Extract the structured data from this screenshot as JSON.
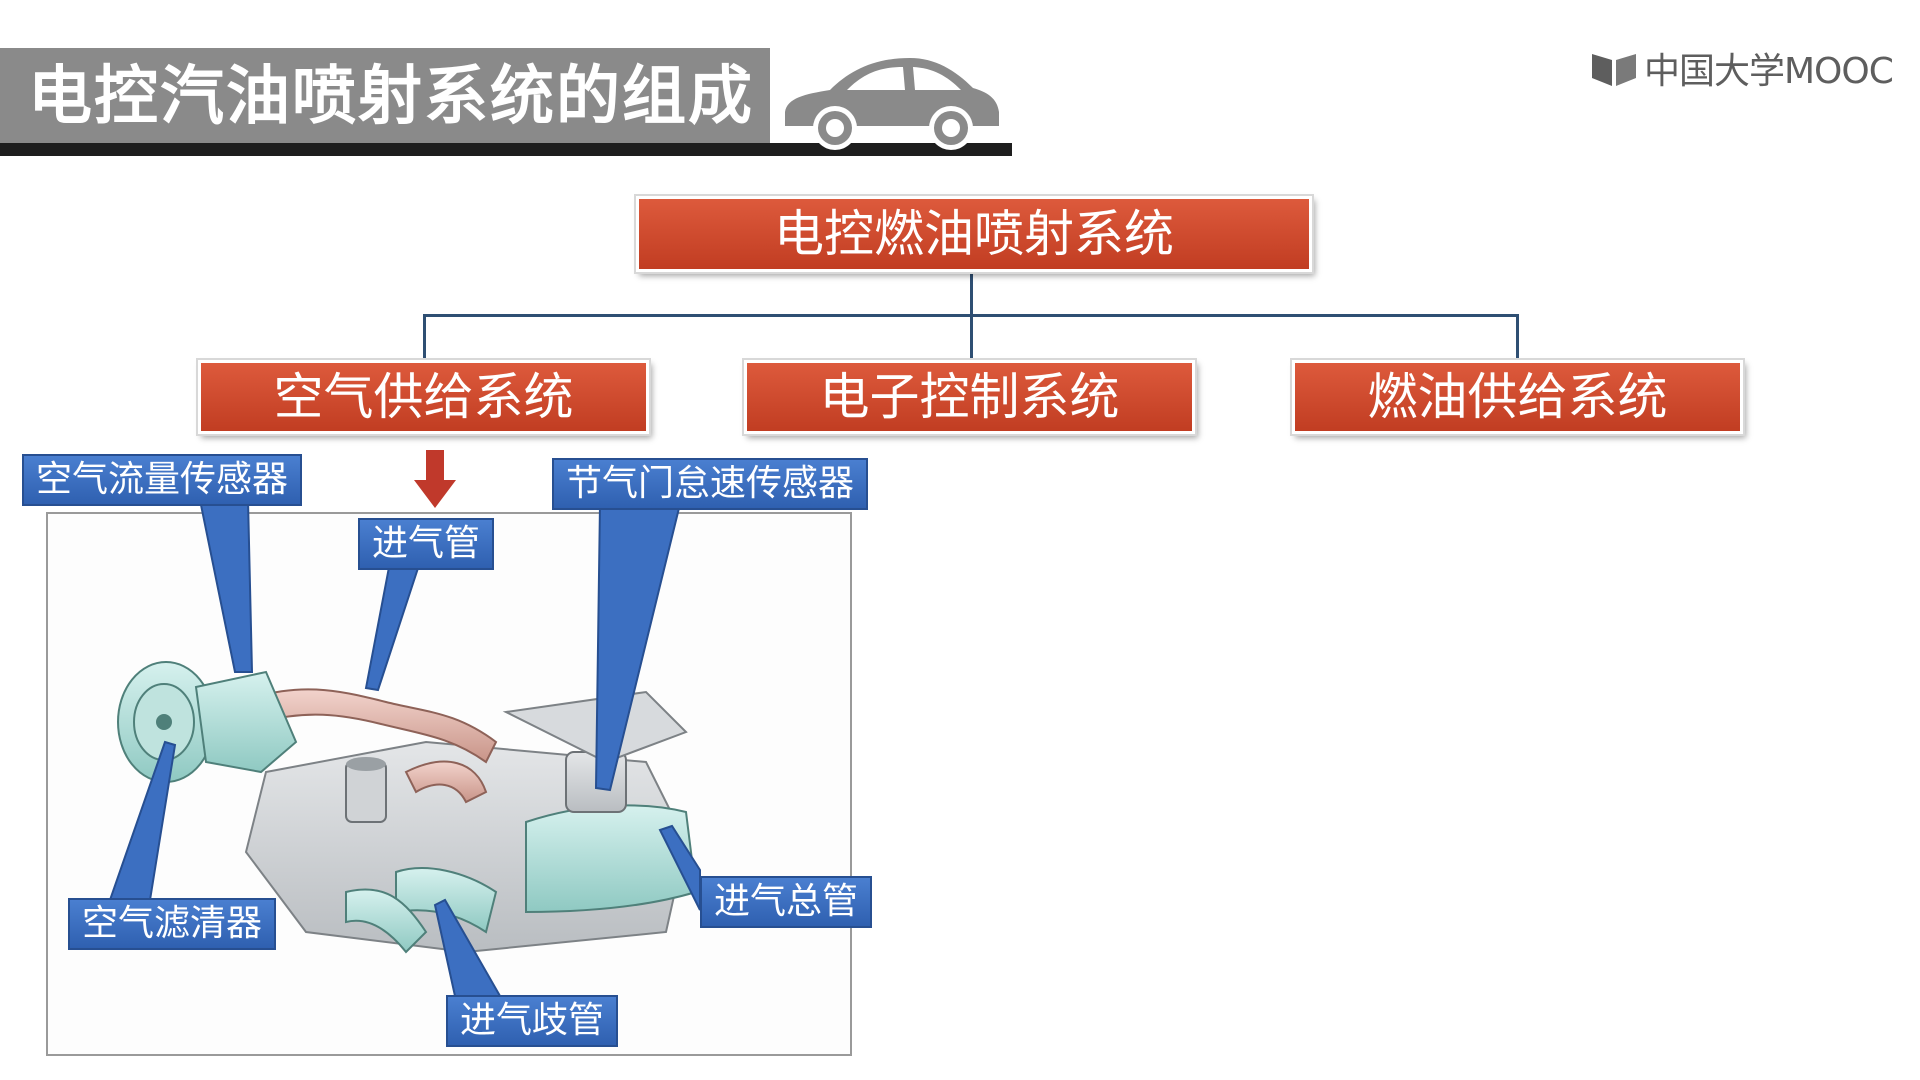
{
  "header": {
    "title": "电控汽油喷射系统的组成",
    "car_icon": "car-icon",
    "logo_icon": "book-icon",
    "logo_text": "中国大学MOOC"
  },
  "diagram": {
    "root": "电控燃油喷射系统",
    "children": [
      "空气供给系统",
      "电子控制系统",
      "燃油供给系统"
    ],
    "arrow_icon": "down-arrow-icon",
    "image": "engine-intake-illustration",
    "labels": {
      "air_flow_sensor": "空气流量传感器",
      "intake_pipe": "进气管",
      "throttle_idle_sensor": "节气门怠速传感器",
      "air_filter": "空气滤清器",
      "intake_manifold": "进气歧管",
      "intake_plenum": "进气总管"
    }
  },
  "colors": {
    "title_bar": "#8a8a8a",
    "title_underline": "#1e1e1e",
    "node_red": "#cf4b2f",
    "label_blue": "#3c6fc1",
    "connector": "#2f4f73",
    "arrow_red": "#c0392b"
  }
}
